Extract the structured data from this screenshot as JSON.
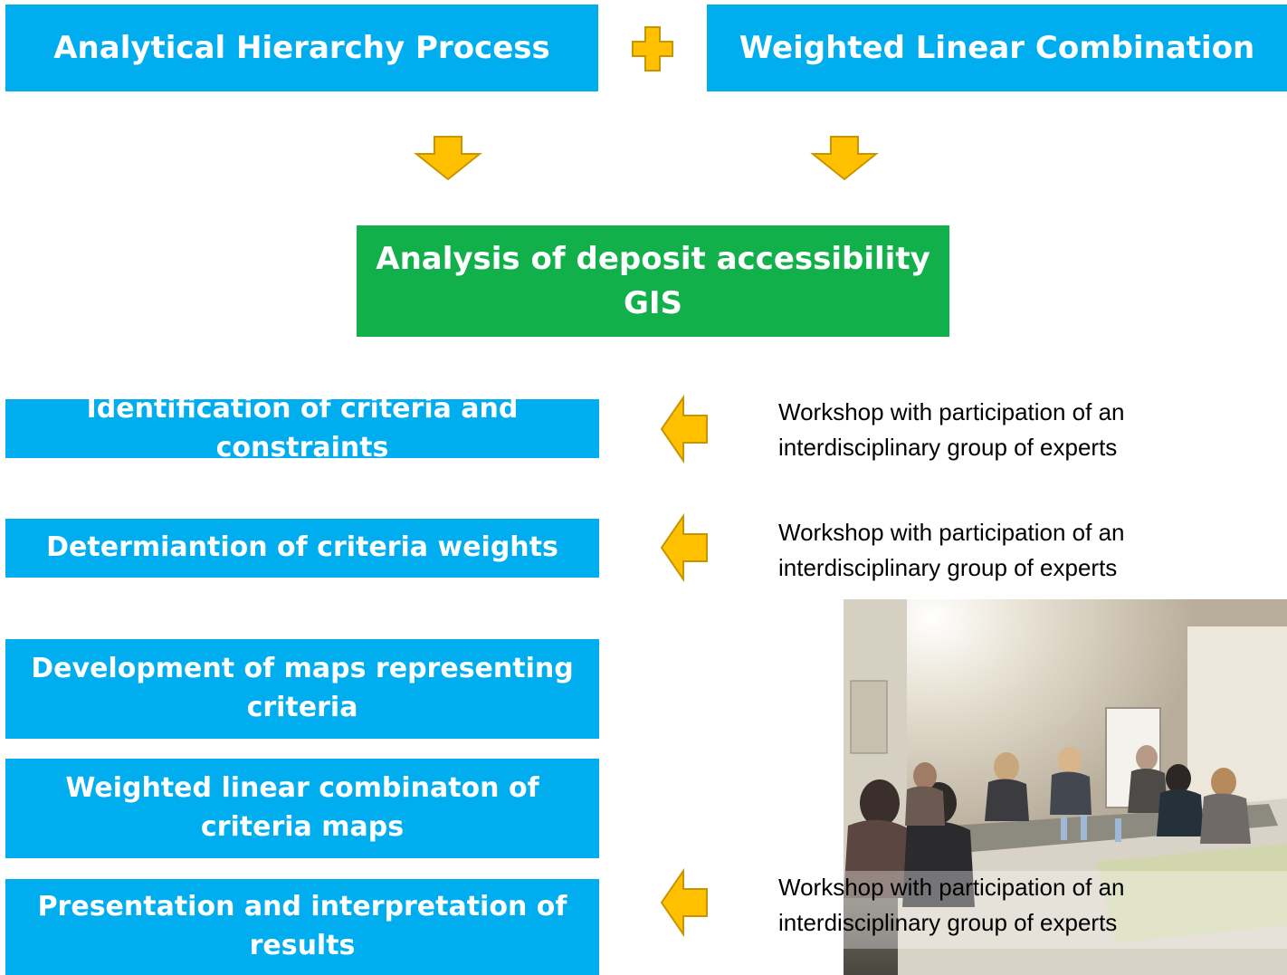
{
  "methods": {
    "left": "Analytical Hierarchy Process",
    "right": "Weighted Linear Combination",
    "combine_icon": "plus-icon"
  },
  "central": {
    "line1": "Analysis of deposit accessibility",
    "line2": "GIS"
  },
  "steps": [
    "Identification of criteria and constraints",
    "Determiantion of criteria weights",
    "Development of maps representing criteria",
    "Weighted linear combinaton of criteria maps",
    "Presentation and interpretation of results"
  ],
  "notes": [
    "Workshop with participation of an\ninterdisciplinary group of experts",
    "Workshop with participation of an\ninterdisciplinary group of experts",
    "Workshop with participation of an\ninterdisciplinary group of experts"
  ],
  "colors": {
    "box_blue": "#00aeef",
    "box_green": "#12b04b",
    "arrow_fill": "#ffc000",
    "arrow_stroke": "#c89500"
  },
  "icons": {
    "down_arrow": "arrow-down-icon",
    "left_arrow": "arrow-left-icon"
  }
}
